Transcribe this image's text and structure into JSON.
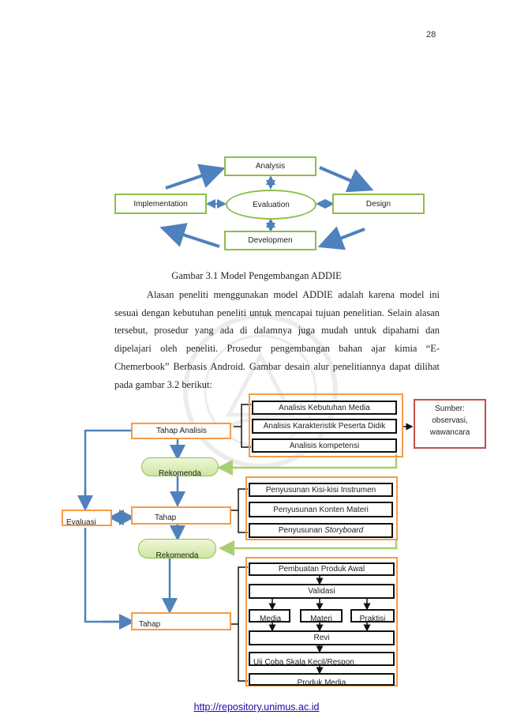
{
  "page": {
    "number": "28"
  },
  "addie": {
    "analysis": "Analysis",
    "design": "Design",
    "development": "Developmen",
    "implementation": "Implementation",
    "evaluation": "Evaluation",
    "caption": "Gambar 3.1 Model Pengembangan ADDIE"
  },
  "paragraph": {
    "text": "Alasan peneliti menggunakan model ADDIE adalah karena model ini sesuai dengan kebutuhan peneliti untuk mencapai tujuan penelitian. Selain alasan tersebut, prosedur yang ada di dalamnya juga mudah untuk dipahami dan dipelajari oleh peneliti. Prosedur pengembangan bahan ajar kimia “E-Chemerbook”  Berbasis Android. Gambar desain alur penelitiannya dapat dilihat pada gambar 3.2 berikut:"
  },
  "flow": {
    "stage_analysis": "Tahap Analisis",
    "stage_design": "Tahap",
    "stage_development": "Tahap",
    "evaluation": "Evaluasi",
    "recommendation_1": "Rekomenda",
    "recommendation_2": "Rekomenda",
    "analysis_items": [
      "Analisis Kebutuhan Media",
      "Analisis Karakteristik Peserta Didik",
      "Analisis kompetensi"
    ],
    "source_label": "Sumber:",
    "source_detail_1": "observasi,",
    "source_detail_2": "wawancara",
    "design_items": [
      "Penyusunan Kisi-kisi Instrumen",
      "Penyusunan Konten Materi"
    ],
    "design_item_3_prefix": "Penyusunan ",
    "design_item_3_em": "Storyboard",
    "dev_items": {
      "product": "Pembuatan Produk Awal",
      "validation": "Validasi",
      "media": "Media",
      "materi": "Materi",
      "praktisi": "Praktisi",
      "revision": "Revi",
      "trial": "Uji Coba Skala Kecil/Respon",
      "final": "Produk Media"
    }
  },
  "footer": {
    "link": "http://repository.unimus.ac.id"
  },
  "colors": {
    "green": "#8cbf4a",
    "orange": "#f39c4a",
    "red": "#c0504d",
    "arrow_blue": "#4f81bd"
  }
}
